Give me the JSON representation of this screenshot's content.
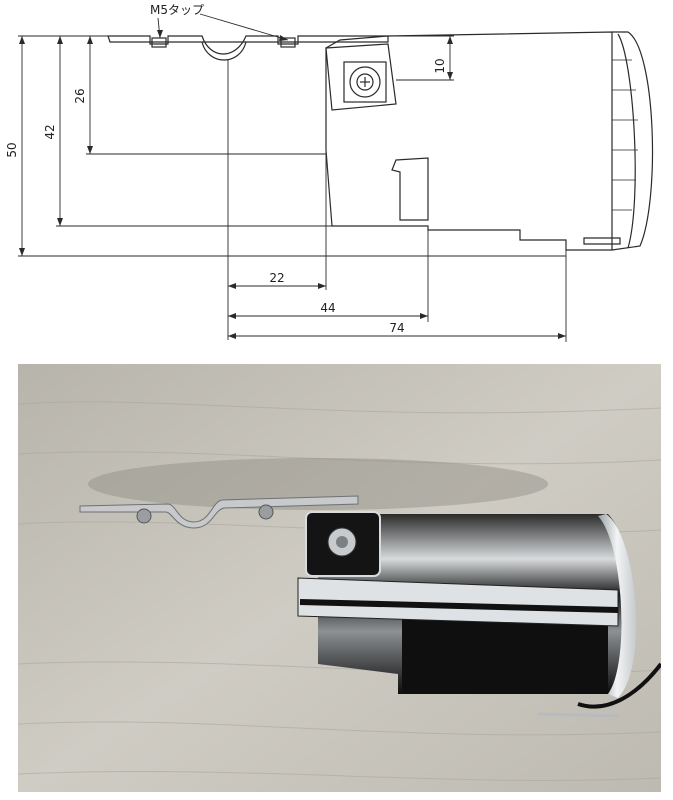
{
  "drawing": {
    "callout": "M5タップ",
    "dimensions": {
      "bracket_height": "26",
      "mount_height": "42",
      "overall_height": "50",
      "bolt_offset": "10",
      "depth_inner": "22",
      "depth_mid": "44",
      "depth_overall": "74"
    }
  },
  "colors": {
    "line": "#2a2a2a",
    "table_light": "#c9c6bd",
    "table_dark": "#8e8b82",
    "chrome_dark": "#111111",
    "chrome_light": "#e9ecee"
  }
}
